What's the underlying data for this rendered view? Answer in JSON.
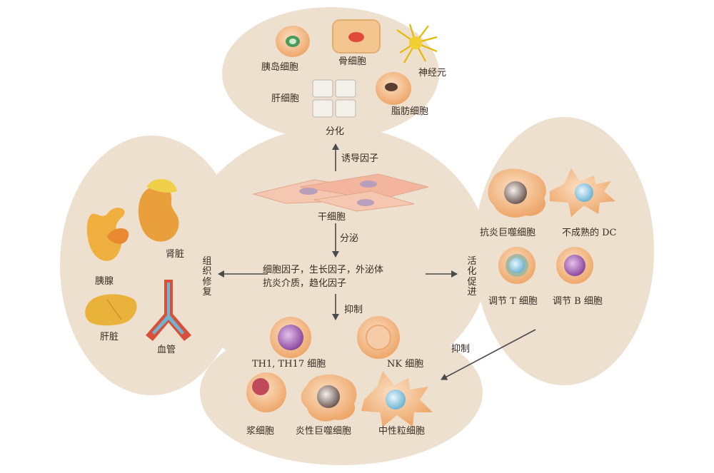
{
  "colors": {
    "blob": "#ede0cf",
    "arrow": "#4a4a4a",
    "text": "#3a2a20",
    "cell_orange": "#f2b27a",
    "cell_purple": "#9a5aa8",
    "cell_blue": "#7fc3dc",
    "organ_orange": "#e9a03c"
  },
  "differentiation": {
    "label": "分化",
    "cells": {
      "islet": "胰岛细胞",
      "bone": "骨细胞",
      "neuron": "神经元",
      "liver": "肝细胞",
      "fat": "脂肪细胞"
    }
  },
  "induction": "诱导因子",
  "stem_cell": "干细胞",
  "secretion": "分泌",
  "factors": {
    "line1": "细胞因子，生长因子，外泌体",
    "line2": "抗炎介质，趋化因子"
  },
  "tissue_repair": {
    "label": "组织修复",
    "organs": {
      "kidney": "肾脏",
      "pancreas": "胰腺",
      "liver": "肝脏",
      "vessel": "血管"
    }
  },
  "activation": {
    "label": "活化促进",
    "cells": {
      "anti_macrophage": "抗炎巨噬细胞",
      "immature_dc": "不成熟的 DC",
      "treg": "调节 T 细胞",
      "breg": "调节 B 细胞"
    }
  },
  "inhibition": {
    "label_center": "抑制",
    "label_right": "抑制",
    "cells": {
      "th": "TH1, TH17 细胞",
      "nk": "NK 细胞",
      "plasma": "浆细胞",
      "inflam_macrophage": "炎性巨噬细胞",
      "neutrophil": "中性粒细胞"
    }
  }
}
